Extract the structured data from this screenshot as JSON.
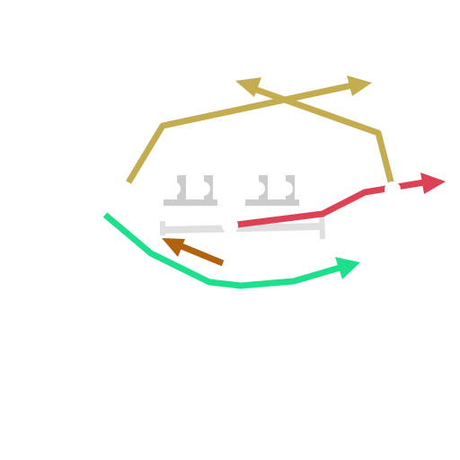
{
  "canvas": {
    "background": "#ffffff"
  },
  "colors": {
    "gold": "#c4ad50",
    "red": "#dc4156",
    "green": "#1ee08c",
    "brown": "#b0620e",
    "gray": "#cccccc",
    "light_gray": "#e0e0e0"
  },
  "icons": [
    "arrowhead",
    "node-circle",
    "t-connector-glyph"
  ]
}
